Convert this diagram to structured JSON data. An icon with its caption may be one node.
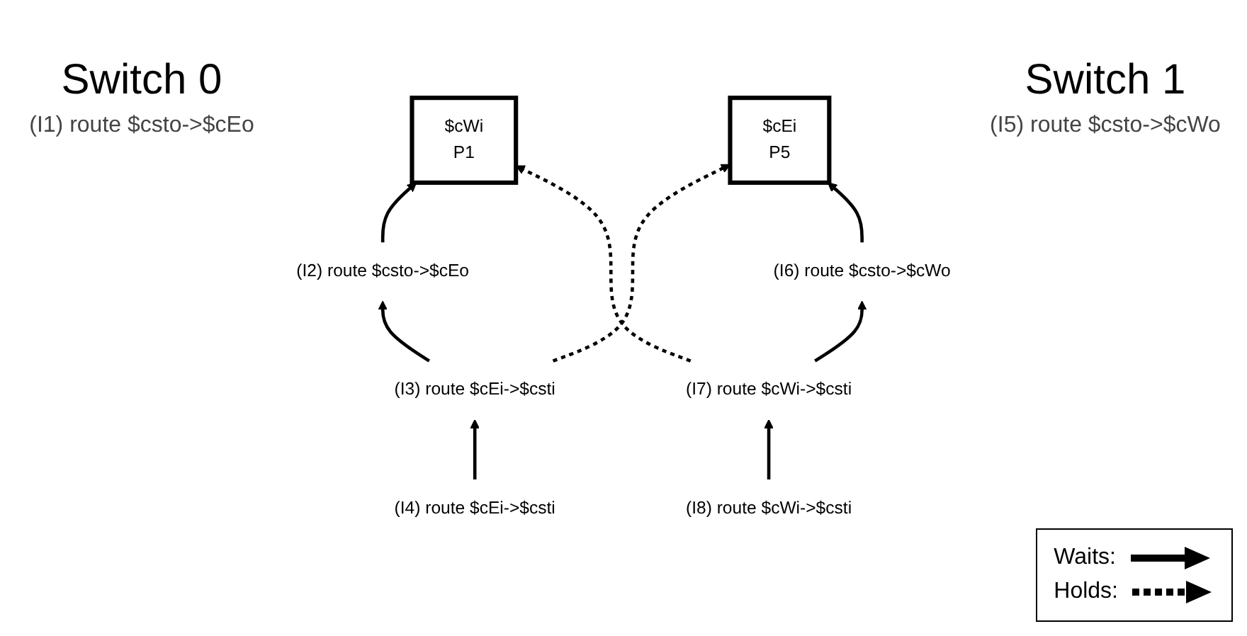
{
  "diagram": {
    "nodes": [
      {
        "text": [
          "$cWi",
          "P1"
        ]
      },
      {
        "text": [
          "$cEi",
          "P5"
        ]
      },
      {
        "text": [
          "(I2) route $csto->$cEo"
        ]
      },
      {
        "text": [
          "(I3) route $cEi->$csti"
        ]
      },
      {
        "text": [
          "(I4) route $cEi->$csti"
        ]
      },
      {
        "text": [
          "(I6) route $csto->$cWo"
        ]
      },
      {
        "text": [
          "(I7) route $cWi->$csti"
        ]
      },
      {
        "text": [
          "(I8) route $cWi->$csti"
        ]
      }
    ],
    "edges": [
      {
        "from": 2,
        "to": 0,
        "arrow": "to"
      },
      {
        "from": 3,
        "to": 2,
        "arrow": "to"
      },
      {
        "from": 4,
        "to": 3,
        "arrow": "to"
      },
      {
        "from": 3,
        "to": 1,
        "arrow": "to",
        "style": "dashed"
      },
      {
        "from": 6,
        "to": 0,
        "arrow": "to",
        "style": "dashed"
      },
      {
        "from": 5,
        "to": 1,
        "arrow": "to"
      },
      {
        "from": 6,
        "to": 5,
        "arrow": "to"
      },
      {
        "from": 7,
        "to": 6,
        "arrow": "to"
      }
    ],
    "labels": [
      "Switch 0",
      "(I1) route $csto->$cEo",
      "Switch 1",
      "(I5) route $csto->$cWo"
    ],
    "legend": [
      {
        "text": "Waits:"
      },
      {
        "text": "Holds:"
      }
    ]
  }
}
